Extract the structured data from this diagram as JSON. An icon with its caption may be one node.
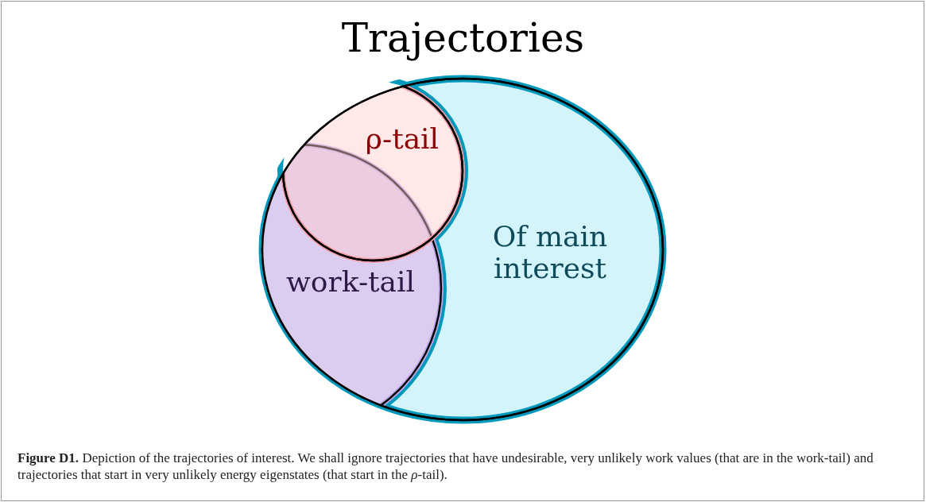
{
  "diagram": {
    "title": "Trajectories",
    "caption": "**Figure D1.** Depiction of the trajectories of interest. We shall ignore trajectories that have undesirable, very unlikely work values (that are in the work-tail) and trajectories that start in very unlikely energy eigenstates (that start in the *ρ*-tail).",
    "nodes": [
      {
        "text": [
          "ρ-tail"
        ]
      },
      {
        "text": [
          "work-tail"
        ]
      },
      {
        "text": [
          "Of main interest"
        ]
      }
    ]
  }
}
